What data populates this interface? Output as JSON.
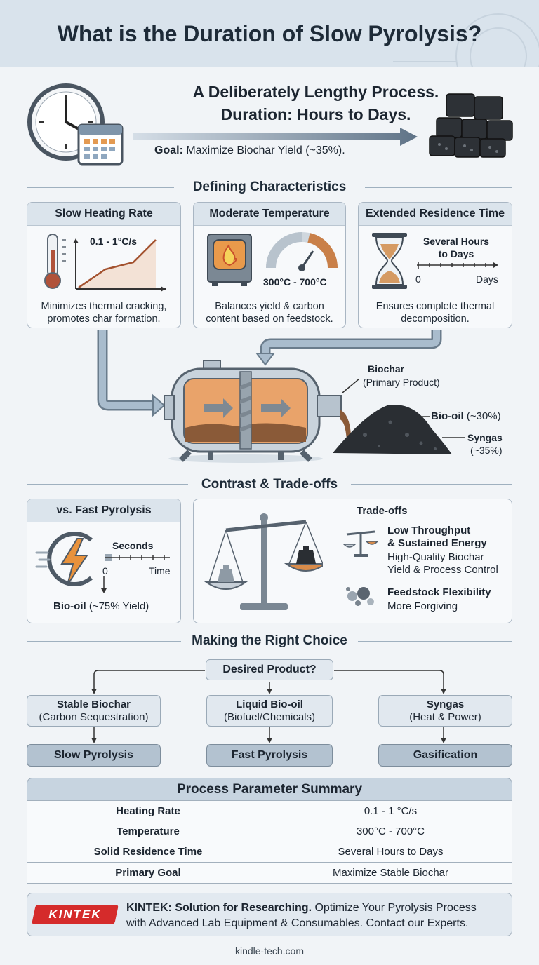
{
  "title": "What is the Duration of Slow Pyrolysis?",
  "hero": {
    "line1": "A Deliberately Lengthy Process.",
    "line2": "Duration: Hours to Days.",
    "goal_label": "Goal:",
    "goal_text": "Maximize Biochar Yield (~35%)."
  },
  "characteristics": {
    "title": "Defining Characteristics",
    "heating": {
      "title": "Slow Heating Rate",
      "rate": "0.1 - 1°C/s",
      "caption1": "Minimizes thermal cracking,",
      "caption2": "promotes char formation."
    },
    "temperature": {
      "title": "Moderate Temperature",
      "range": "300°C - 700°C",
      "caption1": "Balances yield & carbon",
      "caption2": "content based on feedstock."
    },
    "residence": {
      "title": "Extended Residence Time",
      "duration1": "Several Hours",
      "duration2": "to Days",
      "axis_start": "0",
      "axis_end": "Days",
      "caption1": "Ensures complete thermal",
      "caption2": "decomposition."
    }
  },
  "reactor": {
    "biochar_label": "Biochar",
    "biochar_sub": "(Primary Product)",
    "biooil_label": "Bio-oil",
    "biooil_value": "(~30%)",
    "syngas_label": "Syngas",
    "syngas_value": "(~35%)"
  },
  "contrast": {
    "title": "Contrast & Trade-offs",
    "fast": {
      "title": "vs. Fast Pyrolysis",
      "duration": "Seconds",
      "axis_start": "0",
      "axis_end": "Time",
      "yield_label": "Bio-oil",
      "yield_value": "(~75% Yield)"
    },
    "tradeoffs": {
      "title": "Trade-offs",
      "item1_title1": "Low Throughput",
      "item1_title2": "& Sustained Energy",
      "item1_sub1": "High-Quality Biochar",
      "item1_sub2": "Yield & Process Control",
      "item2_title": "Feedstock Flexibility",
      "item2_sub": "More Forgiving"
    }
  },
  "choice": {
    "title": "Making the Right Choice",
    "question": "Desired Product?",
    "options": [
      {
        "product": "Stable Biochar",
        "use": "(Carbon Sequestration)",
        "process": "Slow Pyrolysis"
      },
      {
        "product": "Liquid Bio-oil",
        "use": "(Biofuel/Chemicals)",
        "process": "Fast Pyrolysis"
      },
      {
        "product": "Syngas",
        "use": "(Heat & Power)",
        "process": "Gasification"
      }
    ]
  },
  "summary": {
    "title": "Process Parameter Summary",
    "rows": [
      {
        "param": "Heating Rate",
        "value": "0.1 - 1 °C/s"
      },
      {
        "param": "Temperature",
        "value": "300°C - 700°C"
      },
      {
        "param": "Solid Residence Time",
        "value": "Several Hours to Days"
      },
      {
        "param": "Primary Goal",
        "value": "Maximize Stable Biochar"
      }
    ]
  },
  "footer": {
    "logo": "KINTEK",
    "bold": "KINTEK: Solution for Researching.",
    "text1": " Optimize Your Pyrolysis Process",
    "text2": "with Advanced Lab Equipment & Consumables. Contact our Experts.",
    "url": "kindle-tech.com"
  },
  "colors": {
    "accent_blue": "#a9bccd",
    "flame_orange": "#e3842f",
    "char_black": "#2a2e33",
    "logo_red": "#d52b2b"
  }
}
